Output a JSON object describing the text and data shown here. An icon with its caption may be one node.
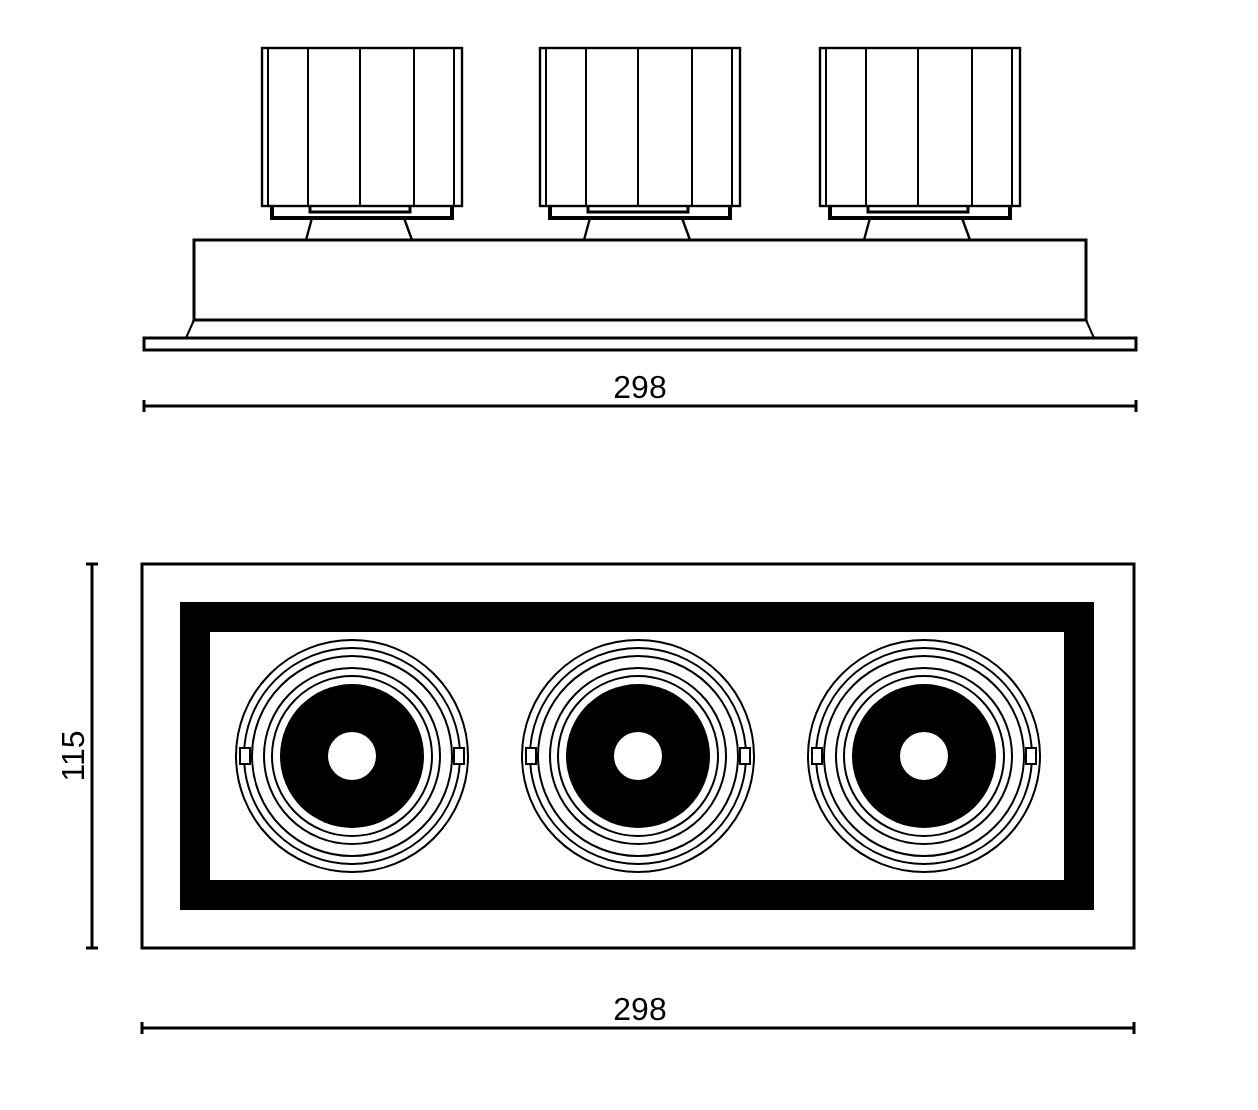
{
  "diagram": {
    "labels": [
      "298",
      "115",
      "298"
    ]
  }
}
